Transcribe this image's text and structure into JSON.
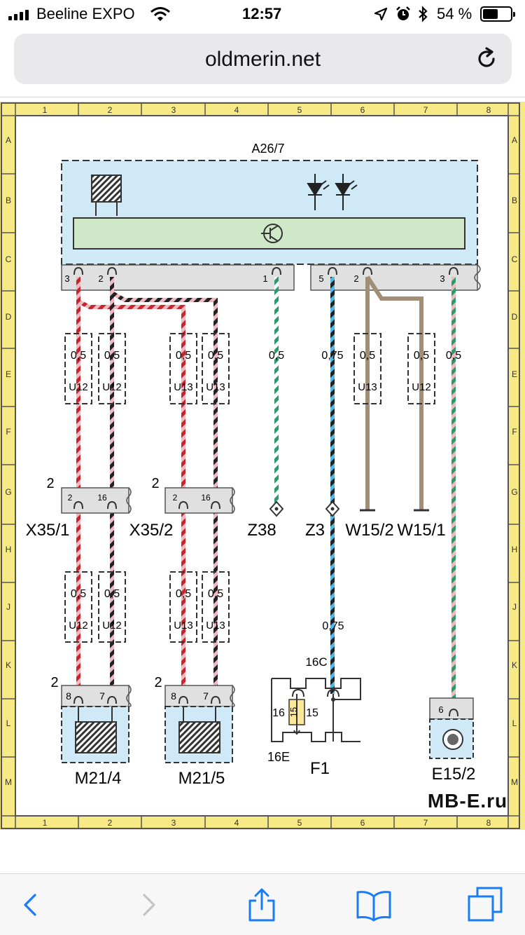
{
  "status_bar": {
    "carrier": "Beeline EXPO",
    "time": "12:57",
    "battery": "54 %",
    "battery_level": 0.54
  },
  "browser": {
    "url": "oldmerin.net"
  },
  "diagram": {
    "grid_columns": [
      "1",
      "2",
      "3",
      "4",
      "5",
      "6",
      "7",
      "8"
    ],
    "grid_rows": [
      "A",
      "B",
      "C",
      "D",
      "E",
      "F",
      "G",
      "H",
      "J",
      "K",
      "L",
      "M"
    ],
    "main_unit": "A26/7",
    "pins_top": [
      "3",
      "2",
      "1",
      "5",
      "2",
      "3"
    ],
    "wire_sizes": [
      "0,5",
      "0,5",
      "0,5",
      "0,5",
      "0,5",
      "0,75",
      "0,5",
      "0,5",
      "0,5"
    ],
    "harness": [
      "U12",
      "U12",
      "U13",
      "U13",
      "U13",
      "U12"
    ],
    "connectors": {
      "x35_1": {
        "label": "X35/1",
        "side": "2",
        "pins": [
          "2",
          "16"
        ]
      },
      "x35_2": {
        "label": "X35/2",
        "side": "2",
        "pins": [
          "2",
          "16"
        ]
      }
    },
    "grounds": [
      "Z38",
      "Z3",
      "W15/2",
      "W15/1"
    ],
    "lower_sizes": [
      "0,5",
      "0,5",
      "0,5",
      "0,5"
    ],
    "lower_harness": [
      "U12",
      "U12",
      "U13",
      "U13"
    ],
    "z3_size": "0,75",
    "motors": {
      "m21_4": {
        "label": "M21/4",
        "side": "2",
        "pins": [
          "8",
          "7"
        ]
      },
      "m21_5": {
        "label": "M21/5",
        "side": "2",
        "pins": [
          "8",
          "7"
        ]
      }
    },
    "fuse": {
      "label": "F1",
      "top": "16C",
      "bottom": "16E",
      "left": "16",
      "right": "15",
      "value": "15"
    },
    "e15": {
      "label": "E15/2",
      "pin": "6"
    },
    "watermark": "MB-E.ru"
  },
  "toolbar": {
    "icons": [
      "back-icon",
      "forward-icon",
      "share-icon",
      "bookmarks-icon",
      "tabs-icon"
    ]
  }
}
